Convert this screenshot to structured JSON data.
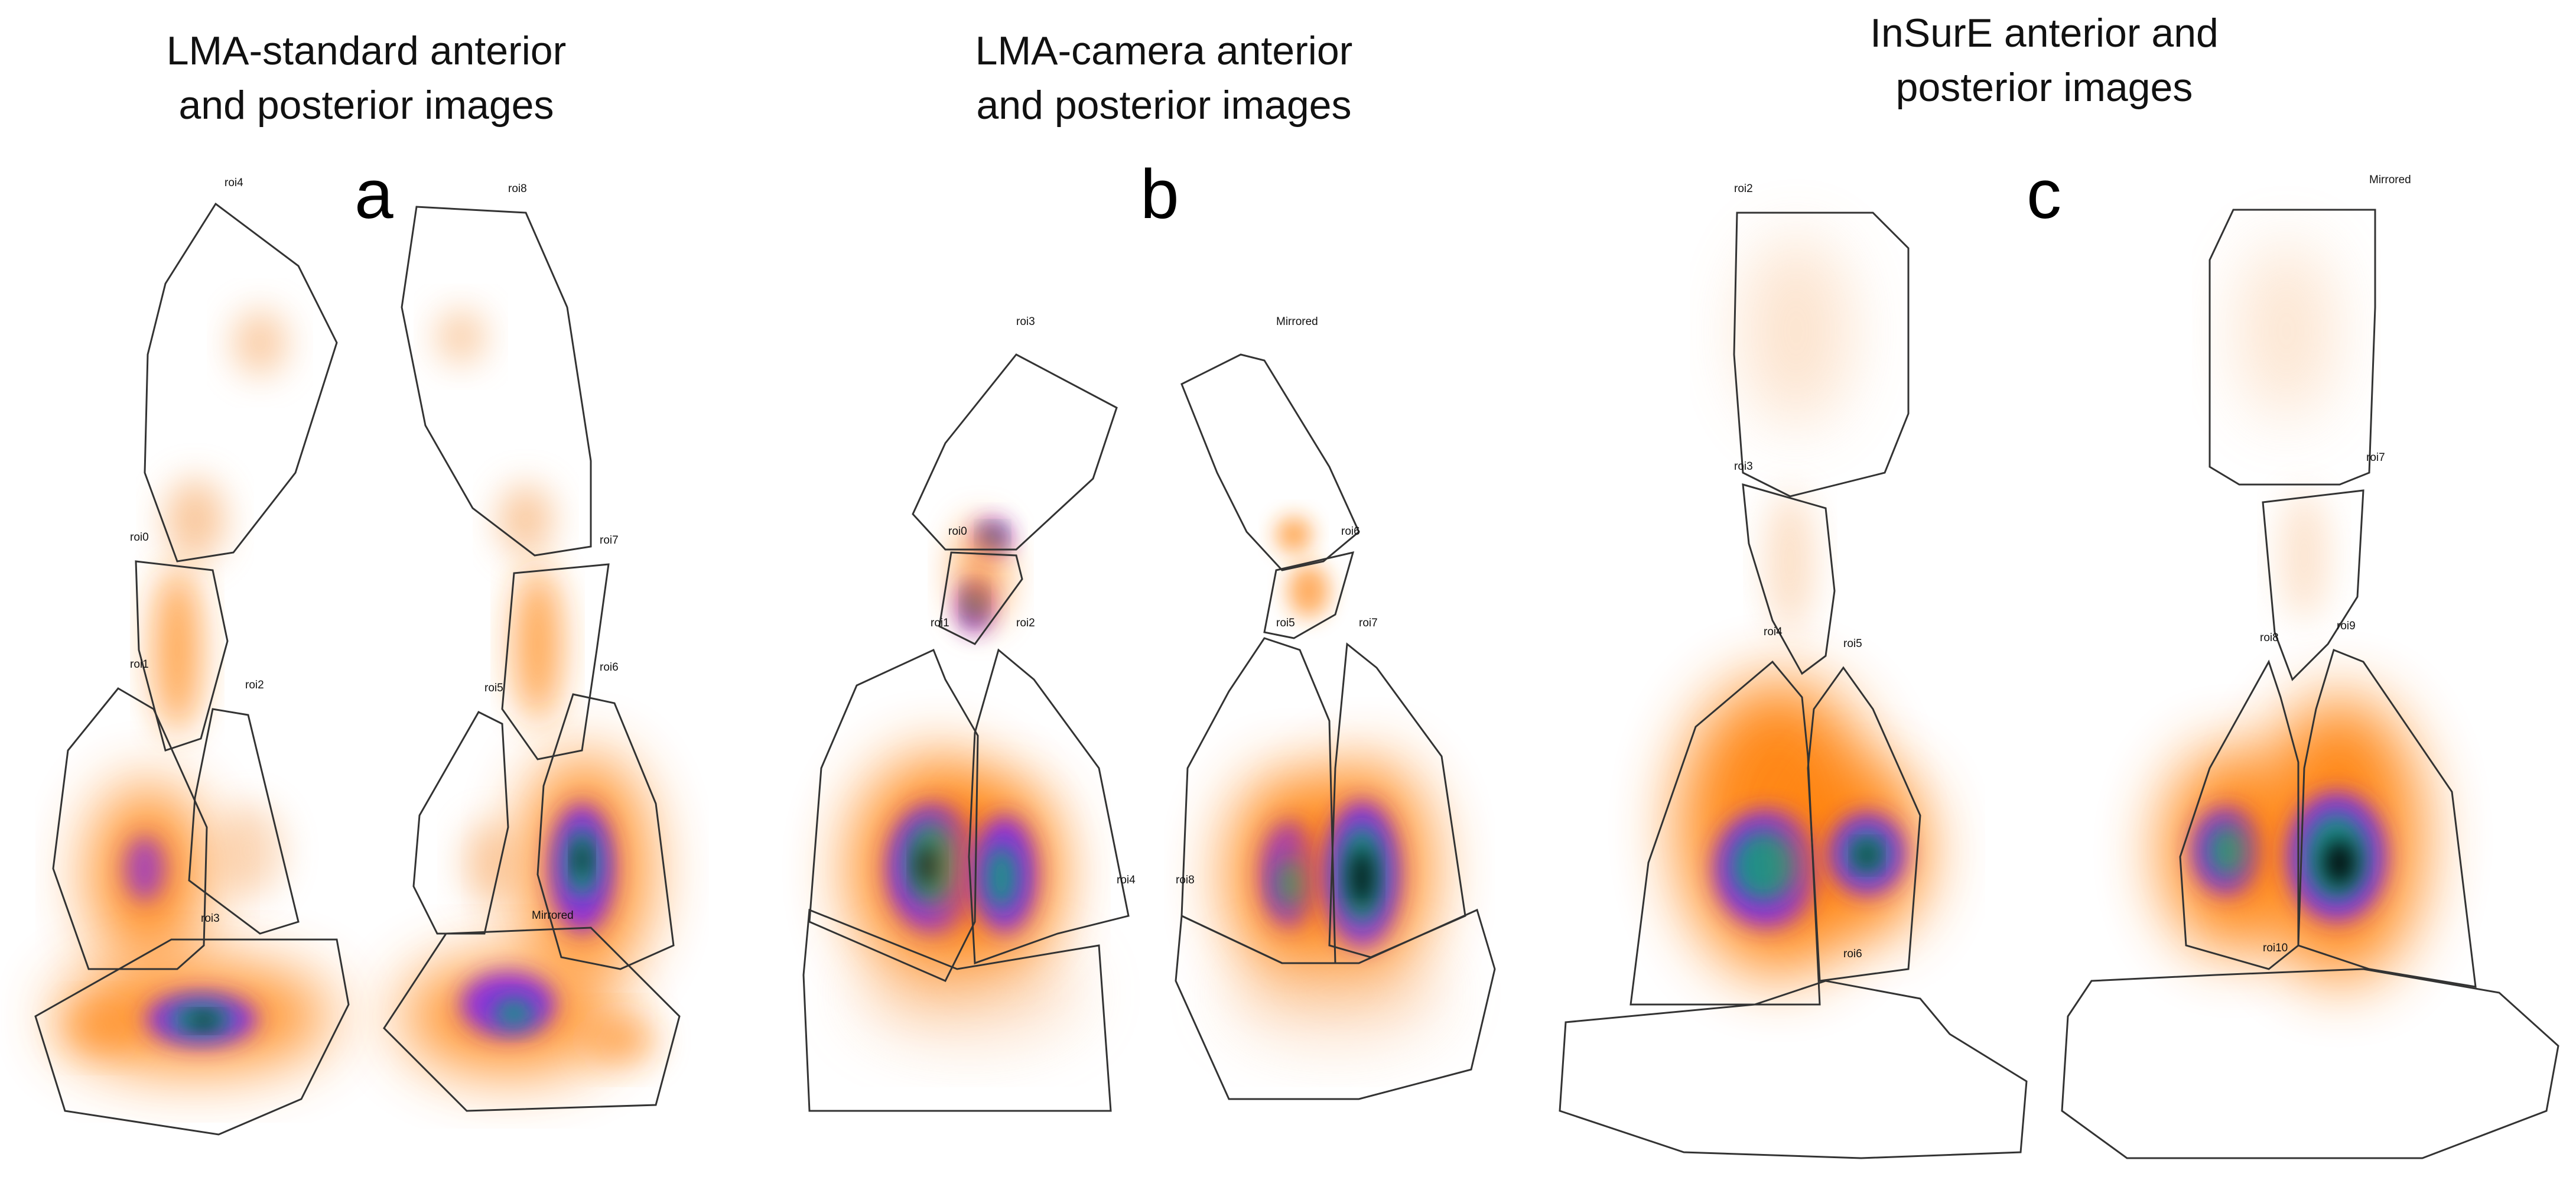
{
  "panels": [
    {
      "title_line1": "LMA-standard anterior",
      "title_line2": "and posterior images",
      "letter": "a",
      "roi_labels": [
        "roi4",
        "roi8",
        "roi0",
        "roi7",
        "roi1",
        "roi2",
        "roi5",
        "roi6",
        "roi3",
        "Mirrored"
      ]
    },
    {
      "title_line1": "LMA-camera anterior",
      "title_line2": "and posterior images",
      "letter": "b",
      "roi_labels": [
        "roi3",
        "Mirrored",
        "roi0",
        "roi6",
        "roi1",
        "roi2",
        "roi5",
        "roi7",
        "roi4",
        "roi8"
      ]
    },
    {
      "title_line1": "InSurE anterior and",
      "title_line2": "posterior images",
      "letter": "c",
      "roi_labels": [
        "roi2",
        "Mirrored",
        "roi3",
        "roi7",
        "roi4",
        "roi5",
        "roi8",
        "roi9",
        "roi6",
        "roi10"
      ]
    }
  ],
  "colors": {
    "background": "#ffffff",
    "roi_outline": "#333333",
    "low_activity": "#f6a35a",
    "mid_activity": "#ff7b00",
    "high_activity": "#8a2be2",
    "very_high_activity": "#1f8f8a",
    "peak_activity": "#000000"
  }
}
